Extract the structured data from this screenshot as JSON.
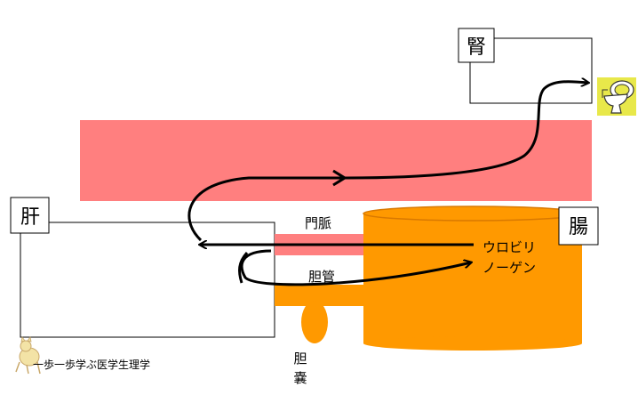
{
  "labels": {
    "kidney": "腎",
    "liver": "肝",
    "intestine": "腸",
    "portal_vein": "門脈",
    "bile_duct": "胆管",
    "gallbladder_1": "胆",
    "gallbladder_2": "嚢",
    "urobilinogen_1": "ウロビリ",
    "urobilinogen_2": "ノーゲン",
    "watermark": "一歩一歩学ぶ医学生理学"
  },
  "colors": {
    "blood_band": "#ff7f7f",
    "intestine": "#ff9900",
    "intestine_edge": "#d97900",
    "toilet_bg": "#e8e84a",
    "arrow": "#000000"
  },
  "icons": {
    "toilet": "toilet-icon",
    "mascot": "cat-mascot-icon"
  }
}
